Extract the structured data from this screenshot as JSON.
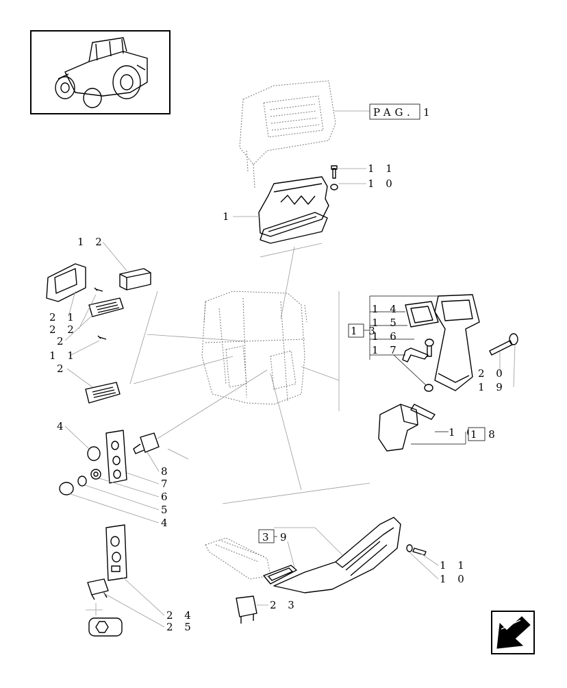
{
  "page_ref": {
    "box": "PAG.",
    "number": "1"
  },
  "callouts": {
    "c1": "1",
    "c11a": "1 1",
    "c10a": "1 0",
    "c12": "1 2",
    "c21": "2 1",
    "c22": "2 2",
    "c2a": "2",
    "c11b": "1 1",
    "c2b": "2",
    "c14": "1 4",
    "c15": "1 5",
    "c16": "1 6",
    "c17": "1 7",
    "c13": "1 3",
    "c20": "2 0",
    "c19": "1 9",
    "c16b": "1 6",
    "c18": "1 8",
    "c4a": "4",
    "c8": "8",
    "c7": "7",
    "c6": "6",
    "c5": "5",
    "c4b": "4",
    "c3": "3",
    "c9": "9",
    "c11c": "1 1",
    "c10c": "1 0",
    "c23": "2 3",
    "c24": "2 4",
    "c25": "2 5"
  },
  "nav": {
    "icon": "next-page-arrow-icon"
  }
}
